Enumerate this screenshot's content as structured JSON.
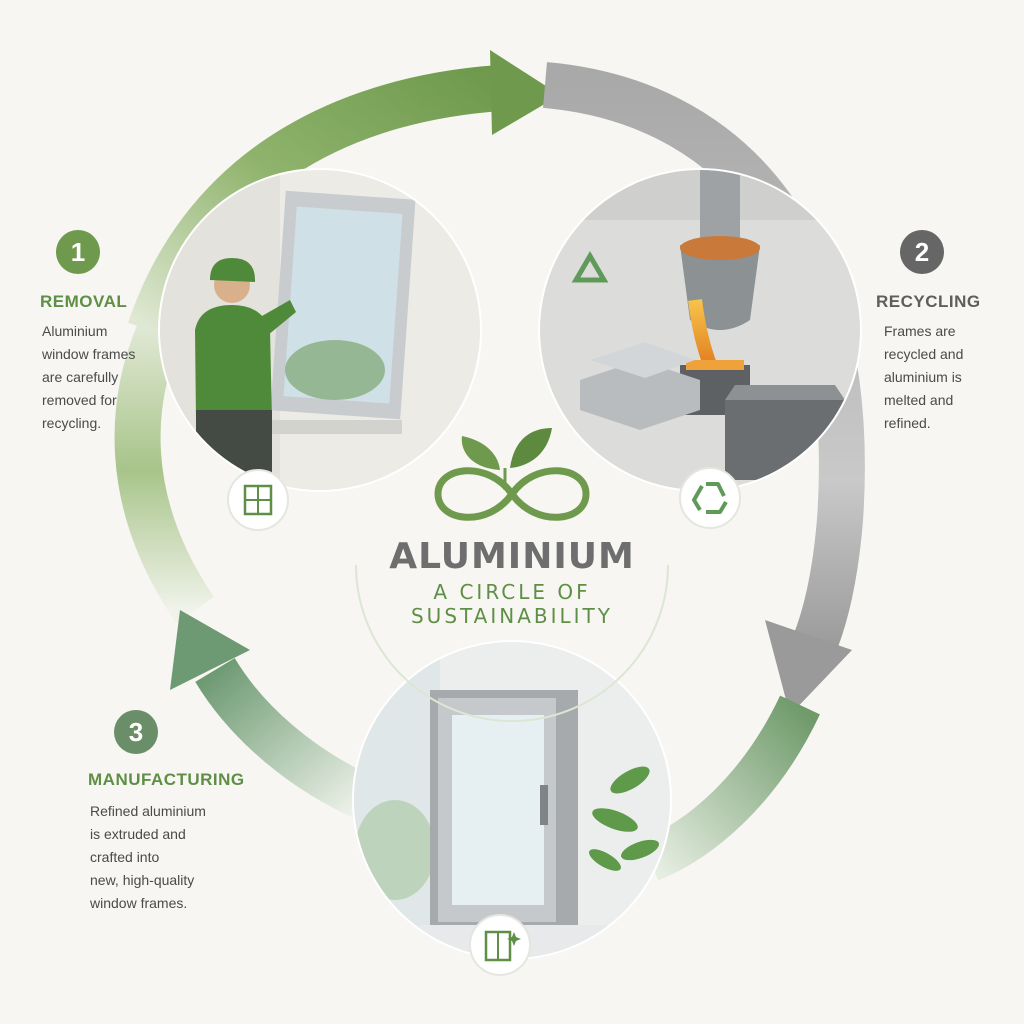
{
  "colors": {
    "green": "#6f9a4e",
    "green_dark": "#4e7a3e",
    "grey": "#8f8f8f",
    "grey_dark": "#606060",
    "background": "#f7f6f2"
  },
  "center": {
    "title": "ALUMINIUM",
    "subtitle_line1": "A CIRCLE OF",
    "subtitle_line2": "SUSTAINABILITY",
    "logo_icon": "infinity-leaf-icon"
  },
  "steps": [
    {
      "number": "1",
      "title": "REMOVAL",
      "desc_lines": [
        "Aluminium",
        "window frames",
        "are carefully",
        "removed for",
        "recycling."
      ],
      "icon": "window-icon"
    },
    {
      "number": "2",
      "title": "RECYCLING",
      "desc_lines": [
        "Frames are",
        "recycled and",
        "aluminium is",
        "melted and",
        "refined."
      ],
      "icon": "recycle-icon"
    },
    {
      "number": "3",
      "title": "MANUFACTURING",
      "desc_lines": [
        "Refined aluminium",
        "is extruded and",
        "crafted into",
        "new, high-quality",
        "window frames."
      ],
      "icon": "new-window-icon"
    }
  ]
}
